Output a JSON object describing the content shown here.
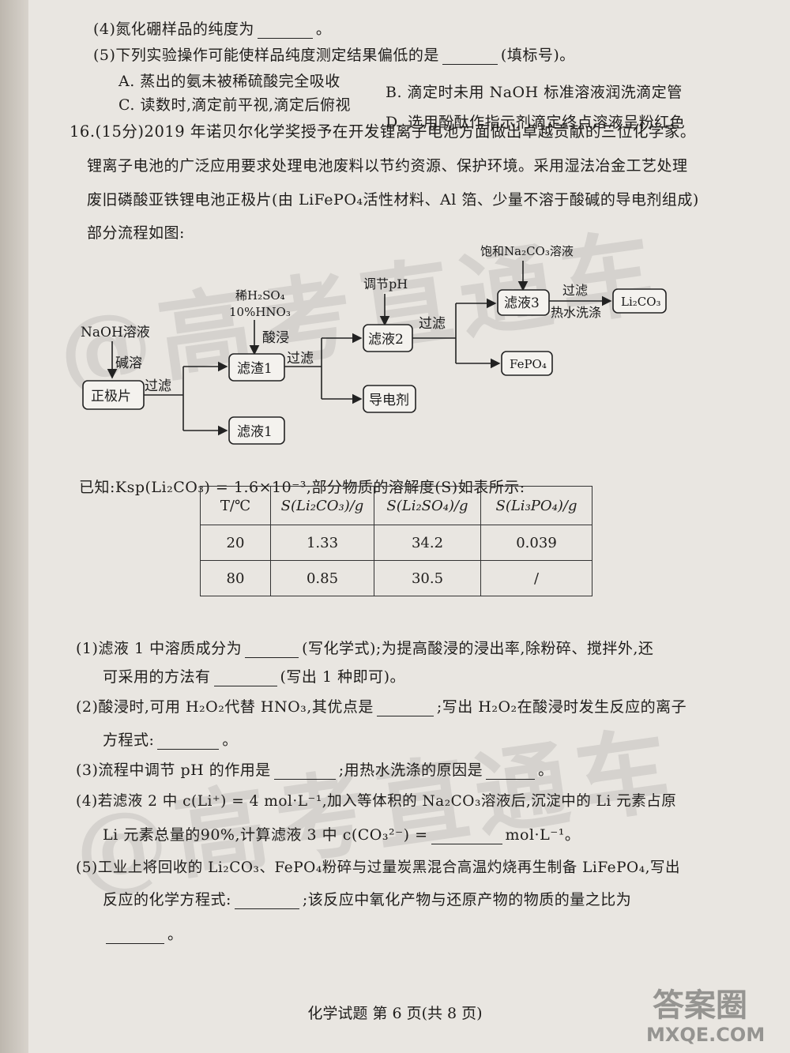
{
  "q15": {
    "p4": "(4)氮化硼样品的纯度为",
    "p4_end": "。",
    "p5": "(5)下列实验操作可能使样品纯度测定结果偏低的是",
    "p5_end": "(填标号)。",
    "optA": "A. 蒸出的氨未被稀硫酸完全吸收",
    "optB": "B. 滴定时未用 NaOH 标准溶液润洗滴定管",
    "optC": "C. 读数时,滴定前平视,滴定后俯视",
    "optD": "D. 选用酚酞作指示剂滴定终点溶液呈粉红色"
  },
  "q16": {
    "intro1": "16.(15分)2019 年诺贝尔化学奖授予在开发锂离子电池方面做出卓越贡献的三位化学家。",
    "intro2": "锂离子电池的广泛应用要求处理电池废料以节约资源、保护环境。采用湿法冶金工艺处理",
    "intro3": "废旧磷酸亚铁锂电池正极片(由 LiFePO₄活性材料、Al 箔、少量不溶于酸碱的导电剂组成)",
    "intro4": "部分流程如图:",
    "known": "已知:Ksp(Li₂CO₃) = 1.6×10⁻³,部分物质的溶解度(S)如表所示:",
    "q1a": "(1)滤液 1 中溶质成分为",
    "q1b": "(写化学式);为提高酸浸的浸出率,除粉碎、搅拌外,还",
    "q1c": "可采用的方法有",
    "q1d": "(写出 1 种即可)。",
    "q2a": "(2)酸浸时,可用 H₂O₂代替 HNO₃,其优点是",
    "q2b": ";写出 H₂O₂在酸浸时发生反应的离子",
    "q2c": "方程式:",
    "q2d": "。",
    "q3a": "(3)流程中调节 pH 的作用是",
    "q3b": ";用热水洗涤的原因是",
    "q3c": "。",
    "q4a": "(4)若滤液 2 中 c(Li⁺) = 4 mol·L⁻¹,加入等体积的 Na₂CO₃溶液后,沉淀中的 Li 元素占原",
    "q4b": "Li 元素总量的90%,计算滤液 3 中 c(CO₃²⁻) =",
    "q4c": "mol·L⁻¹。",
    "q5a": "(5)工业上将回收的 Li₂CO₃、FePO₄粉碎与过量炭黑混合高温灼烧再生制备 LiFePO₄,写出",
    "q5b": "反应的化学方程式:",
    "q5c": ";该反应中氧化产物与还原产物的物质的量之比为",
    "q5d": "。"
  },
  "flow": {
    "naoh": "NaOH溶液",
    "jianrong": "碱溶",
    "zhengjipian": "正极片",
    "guolv1": "过滤",
    "acid1": "稀H₂SO₄",
    "acid2": "10%HNO₃",
    "suanjin": "酸浸",
    "lvzha1": "滤渣1",
    "guolv2": "过滤",
    "lvye1": "滤液1",
    "tiaojie": "调节pH",
    "lvye2": "滤液2",
    "guolv3": "过滤",
    "daodianji": "导电剂",
    "baohe": "饱和Na₂CO₃溶液",
    "lvye3": "滤液3",
    "guolv4": "过滤",
    "reshui": "热水洗涤",
    "li2co3": "Li₂CO₃",
    "fepo4": "FePO₄"
  },
  "table": {
    "headers": [
      "T/℃",
      "S(Li₂CO₃)/g",
      "S(Li₂SO₄)/g",
      "S(Li₃PO₄)/g"
    ],
    "rows": [
      [
        "20",
        "1.33",
        "34.2",
        "0.039"
      ],
      [
        "80",
        "0.85",
        "30.5",
        "/"
      ]
    ]
  },
  "watermark": "@高考直通车",
  "corner_mark": "答案圈",
  "corner_url": "MXQE.COM",
  "footer": "化学试题  第 6 页(共 8 页)"
}
